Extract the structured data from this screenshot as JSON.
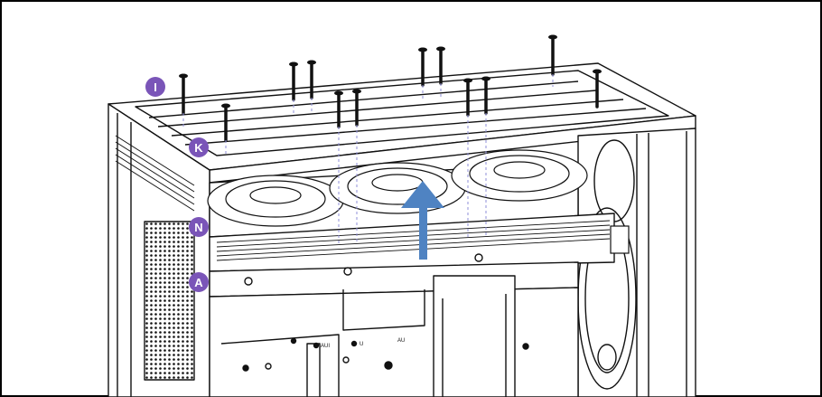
{
  "colors": {
    "badge": "#7a55b8",
    "badge_text": "#ffffff",
    "arrow": "#4f83c2",
    "line": "#111111",
    "screw_guide": "#8f8fd8",
    "frame": "#000000"
  },
  "callouts": [
    {
      "id": "I",
      "label": "I"
    },
    {
      "id": "K",
      "label": "K"
    },
    {
      "id": "N",
      "label": "N"
    },
    {
      "id": "A",
      "label": "A"
    }
  ],
  "port_labels": [
    "AUI",
    "U",
    "AU"
  ],
  "icons": {
    "lift_arrow": "arrow-up-icon",
    "screw": "screw-icon",
    "fan": "fan-icon"
  }
}
